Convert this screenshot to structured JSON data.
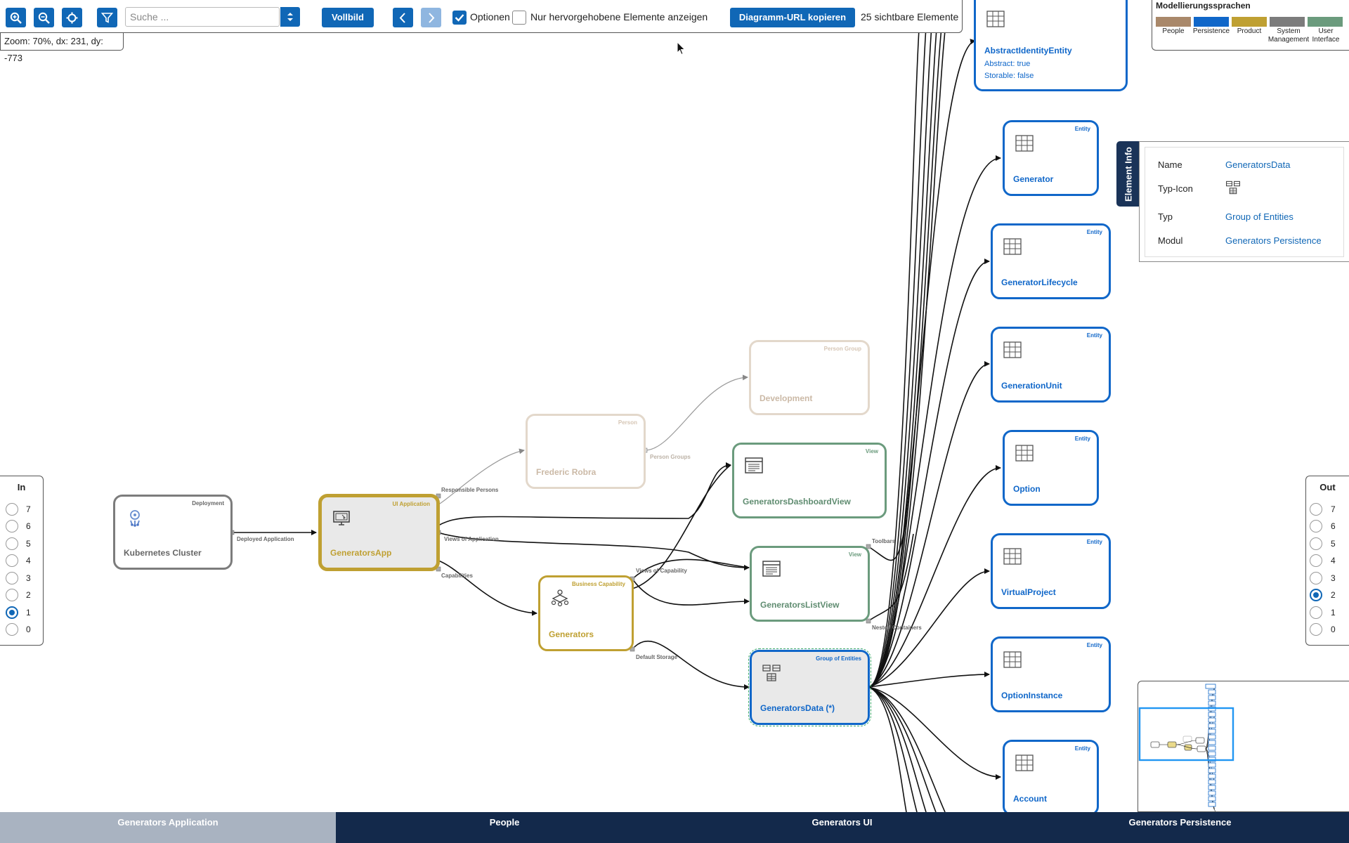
{
  "toolbar": {
    "search_placeholder": "Suche ...",
    "fullscreen_label": "Vollbild",
    "options_label": "Optionen",
    "options_checked": true,
    "highlight_only_label": "Nur hervorgehobene Elemente anzeigen",
    "highlight_only_checked": false,
    "copy_url_label": "Diagramm-URL kopieren",
    "visible_count": "25 sichtbare Elemente"
  },
  "zoom_info": "Zoom: 70%, dx: 231, dy: -773",
  "legend": {
    "title": "Modellierungssprachen",
    "items": [
      {
        "label": "People",
        "color": "#a9886a"
      },
      {
        "label": "Persistence",
        "color": "#1067c9"
      },
      {
        "label": "Product",
        "color": "#bfa032"
      },
      {
        "label": "System Management",
        "color": "#7c7c7c"
      },
      {
        "label": "User Interface",
        "color": "#6b9b7d"
      }
    ]
  },
  "element_info": {
    "tab_label": "Element Info",
    "name_label": "Name",
    "name_value": "GeneratorsData",
    "icon_label": "Typ-Icon",
    "type_label": "Typ",
    "type_value": "Group of Entities",
    "module_label": "Modul",
    "module_value": "Generators Persistence"
  },
  "in_panel": {
    "title": "In",
    "options": [
      "7",
      "6",
      "5",
      "4",
      "3",
      "2",
      "1",
      "0"
    ],
    "selected": "1"
  },
  "out_panel": {
    "title": "Out",
    "options": [
      "7",
      "6",
      "5",
      "4",
      "3",
      "2",
      "1",
      "0"
    ],
    "selected": "2"
  },
  "nodes": {
    "kubernetes": {
      "type": "Deployment",
      "name": "Kubernetes Cluster"
    },
    "generators_app": {
      "type": "UI Application",
      "name": "GeneratorsApp"
    },
    "frederic": {
      "type": "Person",
      "name": "Frederic Robra"
    },
    "development": {
      "type": "Person Group",
      "name": "Development"
    },
    "generators_cap": {
      "type": "Business Capability",
      "name": "Generators"
    },
    "dashboard_view": {
      "type": "View",
      "name": "GeneratorsDashboardView"
    },
    "list_view": {
      "type": "View",
      "name": "GeneratorsListView"
    },
    "generators_data": {
      "type": "Group of Entities",
      "name": "GeneratorsData (*)"
    },
    "abstract_identity": {
      "name": "AbstractIdentityEntity",
      "prop1": "Abstract: true",
      "prop2": "Storable: false"
    },
    "generator": {
      "type": "Entity",
      "name": "Generator"
    },
    "generator_lifecycle": {
      "type": "Entity",
      "name": "GeneratorLifecycle"
    },
    "generation_unit": {
      "type": "Entity",
      "name": "GenerationUnit"
    },
    "option": {
      "type": "Entity",
      "name": "Option"
    },
    "virtual_project": {
      "type": "Entity",
      "name": "VirtualProject"
    },
    "option_instance": {
      "type": "Entity",
      "name": "OptionInstance"
    },
    "account": {
      "type": "Entity",
      "name": "Account"
    }
  },
  "edge_labels": {
    "deployed_application": "Deployed Application",
    "responsible_persons": "Responsible Persons",
    "person_groups": "Person Groups",
    "views_of_application": "Views of Application",
    "capabilities": "Capabilities",
    "views_of_capability": "Views of Capability",
    "default_storage": "Default Storage",
    "toolbars": "Toolbars",
    "nested_containers": "Nested Containers"
  },
  "tabs": [
    {
      "label": "Generators Application",
      "active": true
    },
    {
      "label": "People",
      "active": false
    },
    {
      "label": "Generators UI",
      "active": false
    },
    {
      "label": "Generators Persistence",
      "active": false
    }
  ],
  "colors": {
    "primary": "#1067b6",
    "tab_active": "#a9b3c1",
    "tab_inactive": "#13294b",
    "product": "#bfa032",
    "persistence": "#1067c9",
    "ui": "#6b9b7d",
    "system": "#7c7c7c",
    "people_faded": "#e3d8cb"
  }
}
